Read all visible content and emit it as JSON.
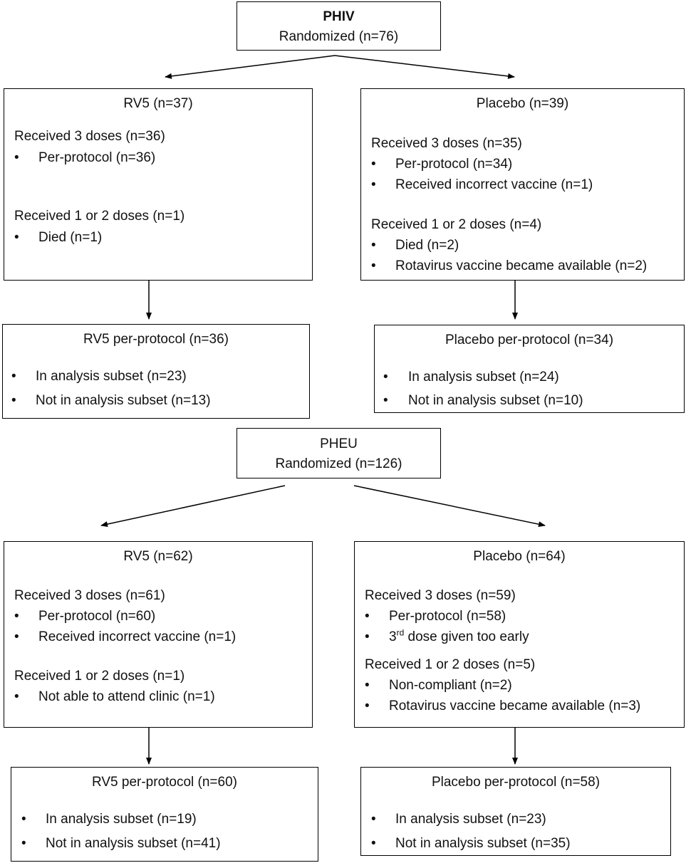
{
  "phiv": {
    "title": "PHIV",
    "randomized": "Randomized (n=76)",
    "rv5": {
      "title": "RV5 (n=37)",
      "g1_head": "Received 3 doses (n=36)",
      "g1_b1": "Per-protocol (n=36)",
      "g2_head": "Received 1 or 2 doses (n=1)",
      "g2_b1": "Died (n=1)"
    },
    "placebo": {
      "title": "Placebo (n=39)",
      "g1_head": "Received 3 doses (n=35)",
      "g1_b1": "Per-protocol (n=34)",
      "g1_b2": "Received incorrect vaccine (n=1)",
      "g2_head": "Received 1 or 2 doses (n=4)",
      "g2_b1": "Died (n=2)",
      "g2_b2": "Rotavirus vaccine became available (n=2)"
    },
    "rv5_pp": {
      "title": "RV5 per-protocol (n=36)",
      "b1": "In analysis subset (n=23)",
      "b2": "Not in analysis subset (n=13)"
    },
    "placebo_pp": {
      "title": "Placebo per-protocol (n=34)",
      "b1": "In analysis subset (n=24)",
      "b2": "Not in analysis subset (n=10)"
    }
  },
  "pheu": {
    "title": "PHEU",
    "randomized": "Randomized (n=126)",
    "rv5": {
      "title": "RV5 (n=62)",
      "g1_head": "Received 3 doses (n=61)",
      "g1_b1": "Per-protocol (n=60)",
      "g1_b2": "Received incorrect vaccine (n=1)",
      "g2_head": "Received 1 or 2 doses (n=1)",
      "g2_b1": "Not able to attend clinic (n=1)"
    },
    "placebo": {
      "title": "Placebo (n=64)",
      "g1_head": "Received 3 doses (n=59)",
      "g1_b1": "Per-protocol (n=58)",
      "g1_b2_pre": "3",
      "g1_b2_sup": "rd",
      "g1_b2_post": " dose given too early",
      "g2_head": "Received 1 or 2 doses (n=5)",
      "g2_b1": "Non-compliant (n=2)",
      "g2_b2": "Rotavirus vaccine became available (n=3)"
    },
    "rv5_pp": {
      "title": "RV5 per-protocol (n=60)",
      "b1": "In analysis subset (n=19)",
      "b2": "Not in analysis subset (n=41)"
    },
    "placebo_pp": {
      "title": "Placebo per-protocol (n=58)",
      "b1": "In analysis subset (n=23)",
      "b2": "Not in analysis subset (n=35)"
    }
  },
  "bullet_char": "•"
}
